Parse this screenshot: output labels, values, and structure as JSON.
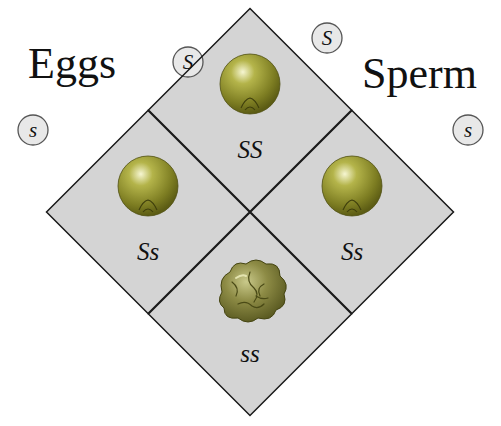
{
  "diagram": {
    "nodes": [
      {
        "text": [
          "S"
        ]
      },
      {
        "text": [
          "S"
        ]
      },
      {
        "text": [
          "s"
        ]
      },
      {
        "text": [
          "s"
        ]
      },
      {
        "text": [
          "SS"
        ]
      },
      {
        "text": [
          "Ss"
        ]
      },
      {
        "text": [
          "Ss"
        ]
      },
      {
        "text": [
          "ss"
        ]
      }
    ],
    "labels": [
      "Eggs",
      "Sperm"
    ]
  }
}
